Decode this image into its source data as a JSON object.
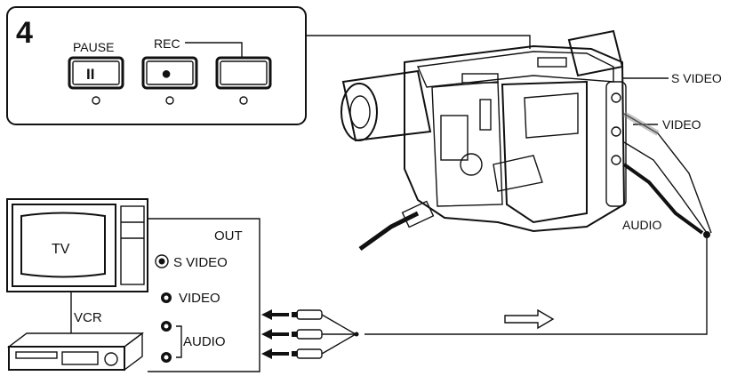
{
  "step": {
    "number": "4"
  },
  "buttons": {
    "pause_label": "PAUSE",
    "pause_symbol": "II",
    "rec_label": "REC",
    "rec_symbol": "●"
  },
  "camcorder": {
    "s_video_label": "S VIDEO",
    "video_label": "VIDEO",
    "audio_label": "AUDIO"
  },
  "tv": {
    "label": "TV"
  },
  "vcr": {
    "label": "VCR"
  },
  "jack_panel": {
    "out_label": "OUT",
    "s_video_label": "S VIDEO",
    "video_label": "VIDEO",
    "audio_label": "AUDIO"
  },
  "icons": {
    "pause": "pause-icon",
    "record": "record-dot-icon",
    "s_video_jack": "s-video-jack-icon",
    "rca_jack": "rca-jack-icon",
    "arrow": "arrow-left-icon",
    "direction": "outline-arrow-right-icon"
  },
  "colors": {
    "ink": "#111111",
    "paper": "#ffffff",
    "shade": "#cfcfcf"
  }
}
